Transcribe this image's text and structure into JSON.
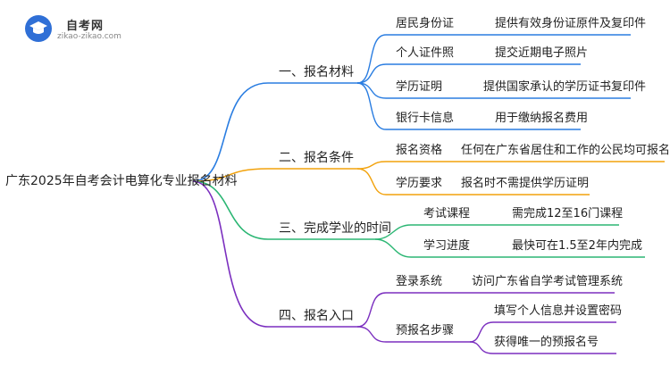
{
  "logo": {
    "title": "自考网",
    "url": "zikao-zikao.com"
  },
  "colors": {
    "blue": "#2a7de1",
    "orange": "#f2a20c",
    "green": "#2bb673",
    "purple": "#7b2fbf"
  },
  "root": "广东2025年自考会计电算化专业报名材料",
  "sections": [
    {
      "label": "一、报名材料",
      "items": [
        {
          "key": "居民身份证",
          "value": "提供有效身份证原件及复印件"
        },
        {
          "key": "个人证件照",
          "value": "提交近期电子照片"
        },
        {
          "key": "学历证明",
          "value": "提供国家承认的学历证书复印件"
        },
        {
          "key": "银行卡信息",
          "value": "用于缴纳报名费用"
        }
      ]
    },
    {
      "label": "二、报名条件",
      "items": [
        {
          "key": "报名资格",
          "value": "任何在广东省居住和工作的公民均可报名"
        },
        {
          "key": "学历要求",
          "value": "报名时不需提供学历证明"
        }
      ]
    },
    {
      "label": "三、完成学业的时间",
      "items": [
        {
          "key": "考试课程",
          "value": "需完成12至16门课程"
        },
        {
          "key": "学习进度",
          "value": "最快可在1.5至2年内完成"
        }
      ]
    },
    {
      "label": "四、报名入口",
      "items": [
        {
          "key": "登录系统",
          "value": "访问广东省自学考试管理系统"
        },
        {
          "key": "预报名步骤",
          "values": [
            "填写个人信息并设置密码",
            "获得唯一的预报名号"
          ]
        }
      ]
    }
  ]
}
